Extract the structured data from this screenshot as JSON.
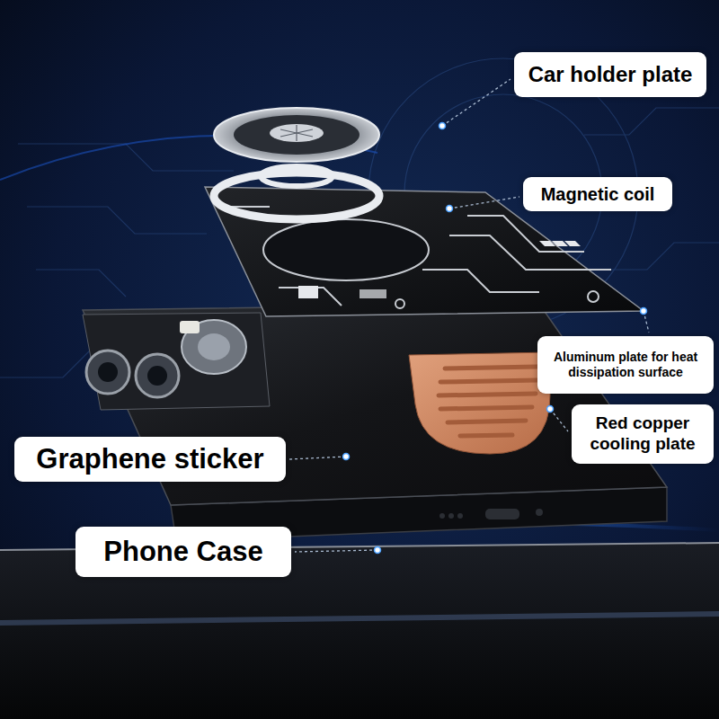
{
  "diagram": {
    "nodes": [
      {
        "text": [
          "Car holder plate"
        ]
      },
      {
        "text": [
          "Magnetic coil"
        ]
      },
      {
        "text": [
          "Aluminum plate for heat dissipation surface"
        ]
      },
      {
        "text": [
          "Red copper cooling plate"
        ]
      },
      {
        "text": [
          "Graphene sticker"
        ]
      },
      {
        "text": [
          "Phone Case"
        ]
      }
    ],
    "edges": []
  }
}
